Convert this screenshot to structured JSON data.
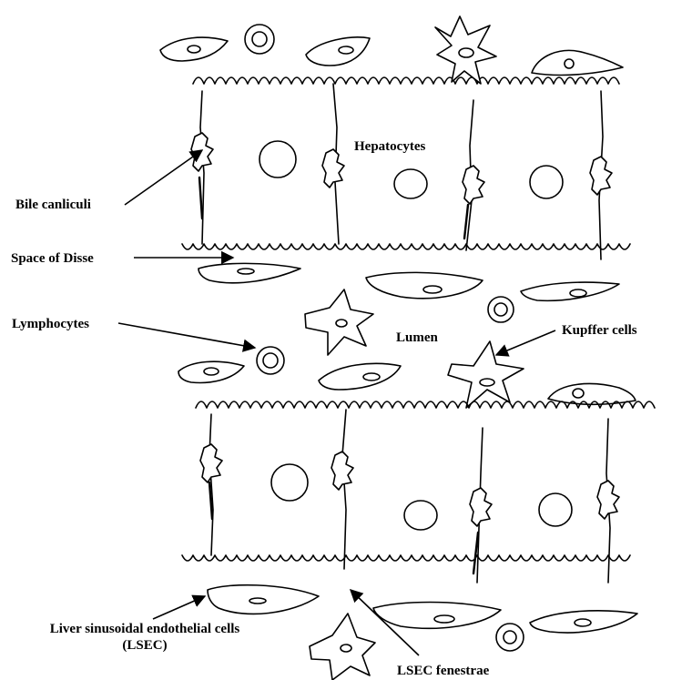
{
  "labels": {
    "hepatocytes": "Hepatocytes",
    "bile_canaliculi": "Bile canliculi",
    "space_of_disse": "Space of Disse",
    "lymphocytes": "Lymphocytes",
    "lumen": "Lumen",
    "kupffer_cells": "Kupffer cells",
    "lsec_line1": "Liver sinusoidal endothelial cells",
    "lsec_line2": "(LSEC)",
    "lsec_fenestrae": "LSEC fenestrae"
  }
}
